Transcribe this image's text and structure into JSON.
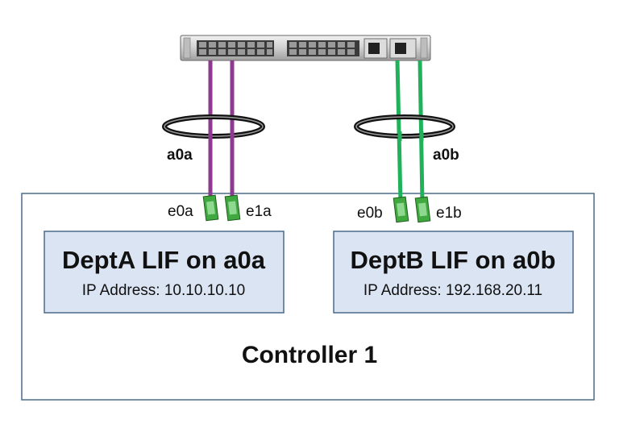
{
  "colors": {
    "link_a": "#8e3a8e",
    "link_b": "#20b25a",
    "box_fill": "#dbe4f3",
    "controller_border": "#4a6b8a",
    "port_green": "#3fa83f"
  },
  "switch": {
    "icon": "network-switch"
  },
  "ifgrps": [
    {
      "label": "a0a"
    },
    {
      "label": "a0b"
    }
  ],
  "ports": [
    {
      "label": "e0a"
    },
    {
      "label": "e1a"
    },
    {
      "label": "e0b"
    },
    {
      "label": "e1b"
    }
  ],
  "lifs": [
    {
      "title": "DeptA LIF on a0a",
      "ip": "IP Address: 10.10.10.10"
    },
    {
      "title": "DeptB LIF on a0b",
      "ip": "IP Address: 192.168.20.11"
    }
  ],
  "controller": {
    "label": "Controller 1"
  }
}
